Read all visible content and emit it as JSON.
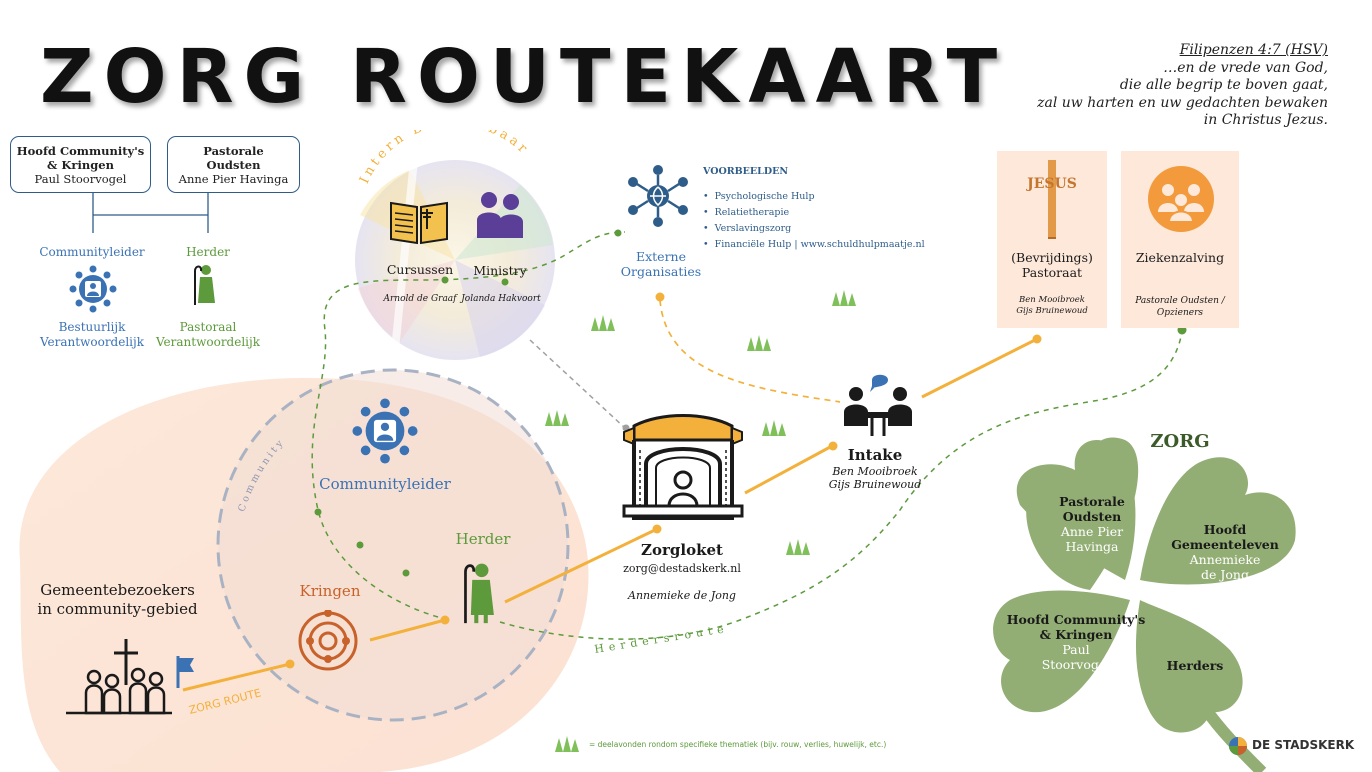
{
  "title": "ZORG ROUTEKAART",
  "verse": {
    "reference": "Filipenzen 4:7 (HSV)",
    "lines": [
      "…en de vrede van God,",
      "die alle begrip te boven gaat,",
      "zal uw harten en uw gedachten bewaken",
      "in Christus Jezus."
    ]
  },
  "org": {
    "box1": {
      "title_l1": "Hoofd Community's",
      "title_l2": "& Kringen",
      "name": "Paul Stoorvogel"
    },
    "box2": {
      "title_l1": "Pastorale",
      "title_l2": "Oudsten",
      "name": "Anne Pier Havinga"
    },
    "communityleider": "Communityleider",
    "herder": "Herder",
    "bestuurlijk_l1": "Bestuurlijk",
    "bestuurlijk_l2": "Verantwoordelijk",
    "pastoraal_l1": "Pastoraal",
    "pastoraal_l2": "Verantwoordelijk"
  },
  "intern": {
    "arc_label": "Intern Beschikbaar",
    "cursussen": "Cursussen",
    "cursussen_person": "Arnold de Graaf",
    "ministry": "Ministry",
    "ministry_person": "Jolanda Hakvoort"
  },
  "extern": {
    "label_l1": "Externe",
    "label_l2": "Organisaties",
    "examples_title": "VOORBEELDEN",
    "examples": [
      "Psychologische Hulp",
      "Relatietherapie",
      "Verslavingszorg",
      "Financiële Hulp | www.schuldhulpmaatje.nl"
    ]
  },
  "pastoraat": {
    "label_l1": "(Bevrijdings)",
    "label_l2": "Pastoraat",
    "person1": "Ben Mooibroek",
    "person2": "Gijs Bruinewoud",
    "cross_text": "JESUS"
  },
  "ziekenzalving": {
    "label": "Ziekenzalving",
    "who_l1": "Pastorale Oudsten /",
    "who_l2": "Opzieners"
  },
  "community": {
    "arc_label": "Community",
    "communityleider": "Communityleider",
    "herder": "Herder",
    "kringen": "Kringen"
  },
  "gemeente": {
    "label_l1": "Gemeentebezoekers",
    "label_l2": "in community-gebied",
    "route": "ZORG ROUTE"
  },
  "zorgloket": {
    "label": "Zorgloket",
    "email": "zorg@destadskerk.nl",
    "person": "Annemieke de Jong"
  },
  "intake": {
    "label": "Intake",
    "person1": "Ben Mooibroek",
    "person2": "Gijs Bruinewoud"
  },
  "herdersroute": "Herdersroute",
  "clover": {
    "title": "ZORG",
    "leaf1": {
      "role_l1": "Pastorale",
      "role_l2": "Oudsten",
      "name_l1": "Anne Pier",
      "name_l2": "Havinga"
    },
    "leaf2": {
      "role_l1": "Hoofd",
      "role_l2": "Gemeenteleven",
      "name_l1": "Annemieke",
      "name_l2": "de Jong"
    },
    "leaf3": {
      "role_l1": "Hoofd Community's",
      "role_l2": "& Kringen",
      "name_l1": "Paul",
      "name_l2": "Stoorvogel"
    },
    "leaf4": {
      "role_l1": "Herders"
    }
  },
  "legend": "= deelavonden rondom specifieke thematiek (bijv. rouw, verlies, huwelijk, etc.)",
  "brand": "DE STADSKERK",
  "colors": {
    "blue": "#3a72b4",
    "green": "#5c9a3b",
    "orange": "#f3b03a",
    "peach": "#fde6d7",
    "clover": "#92ad73"
  }
}
